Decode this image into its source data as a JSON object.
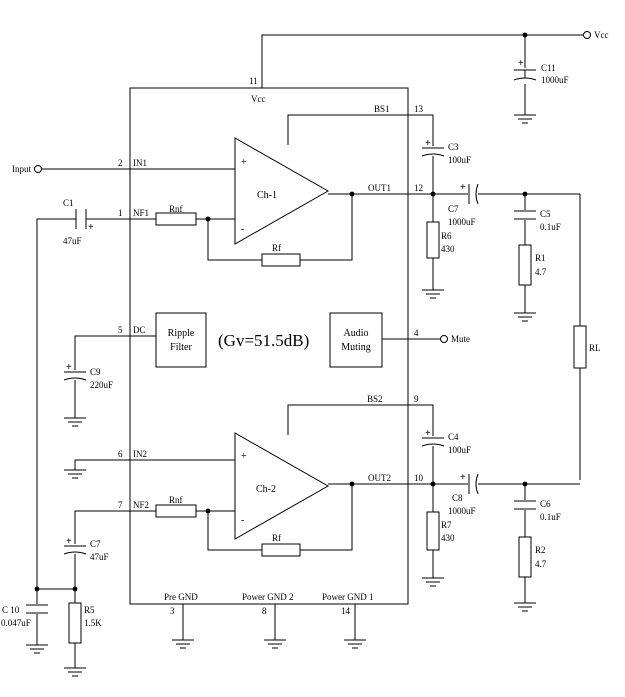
{
  "ic": {
    "gain": "(Gv=51.5dB)",
    "channel1": "Ch-1",
    "channel2": "Ch-2",
    "ripple_filter": [
      "Ripple",
      "Filter"
    ],
    "audio_muting": [
      "Audio",
      "Muting"
    ]
  },
  "pins": {
    "in1": {
      "num": "2",
      "name": "IN1"
    },
    "nf1": {
      "num": "1",
      "name": "NF1"
    },
    "dc": {
      "num": "5",
      "name": "DC"
    },
    "in2": {
      "num": "6",
      "name": "IN2"
    },
    "nf2": {
      "num": "7",
      "name": "NF2"
    },
    "vcc": {
      "num": "11",
      "name": "Vcc"
    },
    "bs1": {
      "num": "13",
      "name": "BS1"
    },
    "out1": {
      "num": "12",
      "name": "OUT1"
    },
    "mute": {
      "num": "4"
    },
    "bs2": {
      "num": "9",
      "name": "BS2"
    },
    "out2": {
      "num": "10",
      "name": "OUT2"
    },
    "pre_gnd": {
      "num": "3",
      "name": "Pre GND"
    },
    "power_gnd2": {
      "num": "8",
      "name": "Power GND 2"
    },
    "power_gnd1": {
      "num": "14",
      "name": "Power GND 1"
    }
  },
  "terminals": {
    "input": "Input",
    "vcc": "Vcc",
    "mute": "Mute"
  },
  "components": {
    "c1": {
      "name": "C1",
      "value": "47uF"
    },
    "c3": {
      "name": "C3",
      "value": "100uF"
    },
    "c4": {
      "name": "C4",
      "value": "100uF"
    },
    "c5": {
      "name": "C5",
      "value": "0.1uF"
    },
    "c6": {
      "name": "C6",
      "value": "0.1uF"
    },
    "c7_out": {
      "name": "C7",
      "value": "1000uF"
    },
    "c7_nf": {
      "name": "C7",
      "value": "47uF"
    },
    "c8": {
      "name": "C8",
      "value": "1000uF"
    },
    "c9": {
      "name": "C9",
      "value": "220uF"
    },
    "c10": {
      "name": "C 10",
      "value": "0.047uF"
    },
    "c11": {
      "name": "C11",
      "value": "1000uF"
    },
    "r1": {
      "name": "R1",
      "value": "4.7"
    },
    "r2": {
      "name": "R2",
      "value": "4.7"
    },
    "r5": {
      "name": "R5",
      "value": "1.5K"
    },
    "r6": {
      "name": "R6",
      "value": "430"
    },
    "r7": {
      "name": "R7",
      "value": "430"
    },
    "rl": {
      "name": "RL"
    },
    "rnf": {
      "name": "Rnf"
    },
    "rf": {
      "name": "Rf"
    }
  },
  "symbols": {
    "plus": "+",
    "minus": "-"
  }
}
